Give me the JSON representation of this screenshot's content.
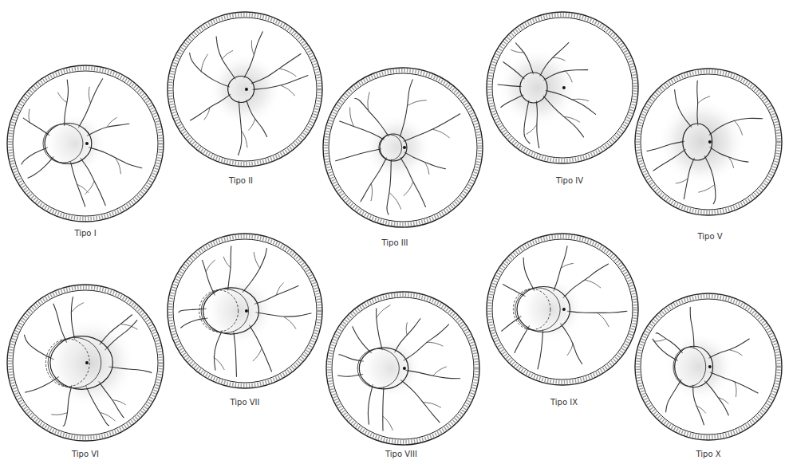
{
  "diagram": {
    "labels": [
      "Tipo I",
      "Tipo II",
      "Tipo III",
      "Tipo IV",
      "Tipo V",
      "Tipo VI",
      "Tipo VII",
      "Tipo VIII",
      "Tipo IX",
      "Tipo X"
    ]
  }
}
